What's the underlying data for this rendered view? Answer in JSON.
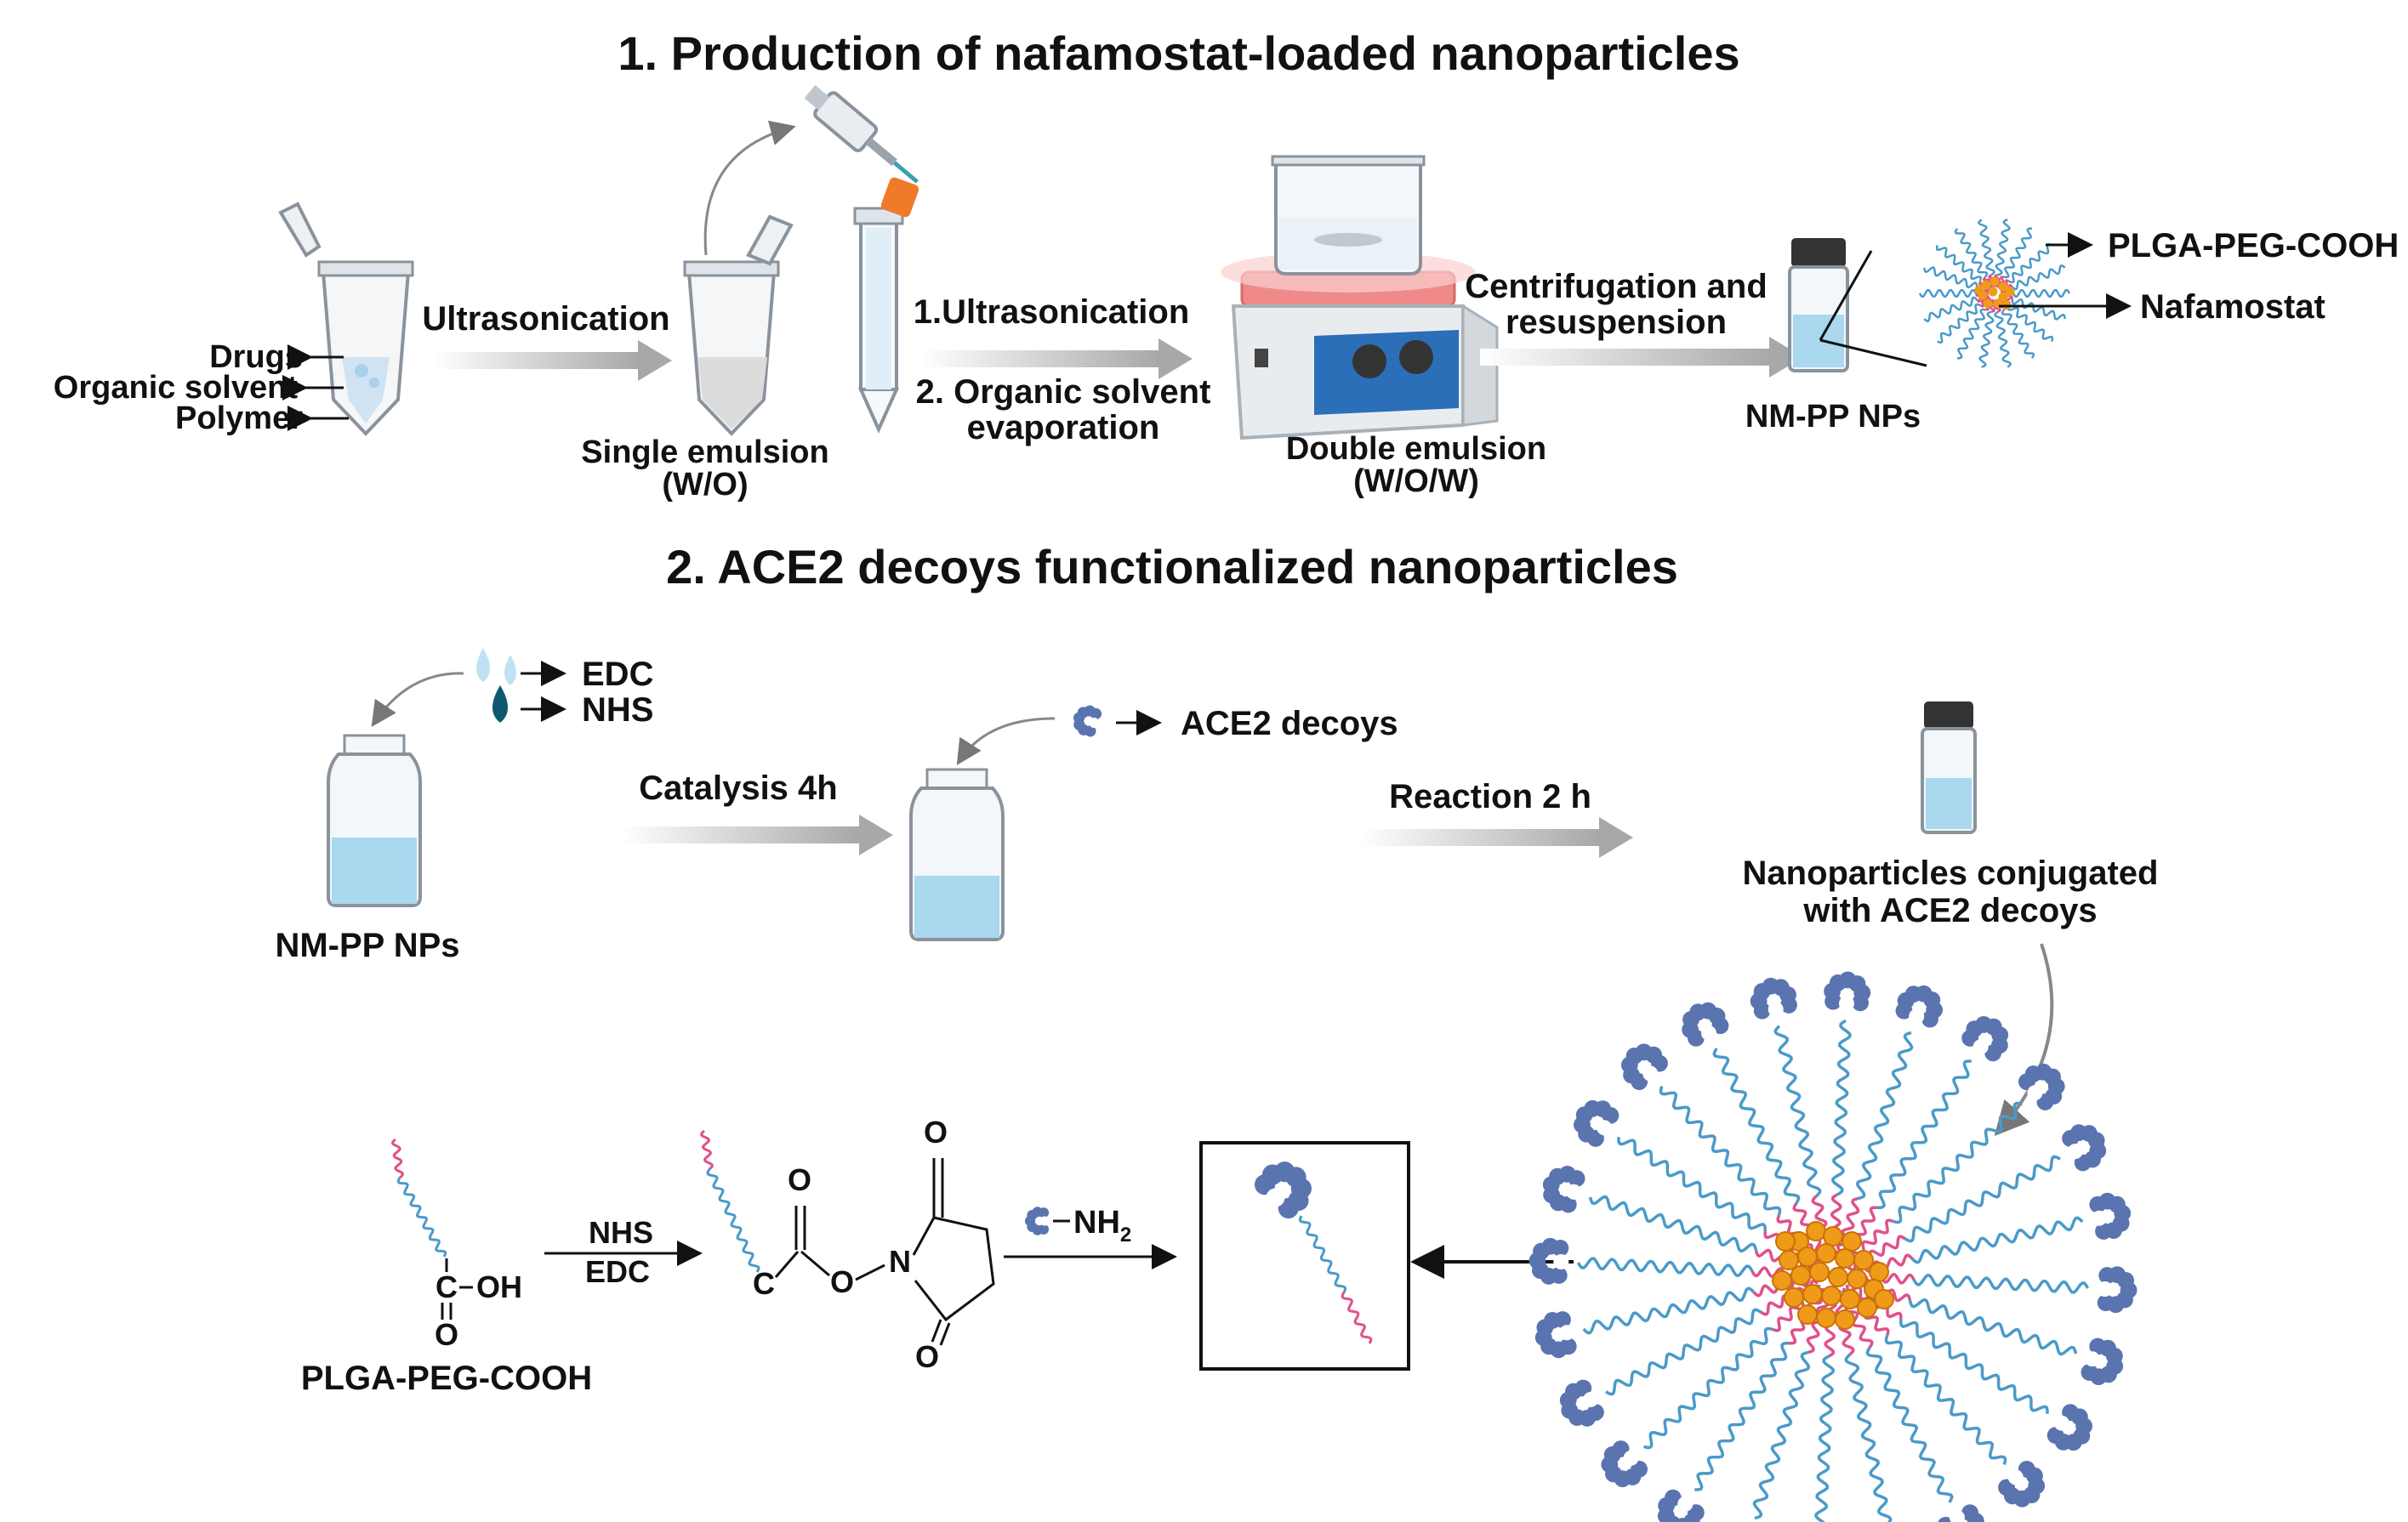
{
  "section1": {
    "title": "1. Production of nafamostat-loaded nanoparticles",
    "tube_labels": [
      "Drugs",
      "Organic solvent",
      "Polymer"
    ],
    "step1": "Ultrasonication",
    "single_emulsion": [
      "Single emulsion",
      "(W/O)"
    ],
    "step2": [
      "1.Ultrasonication",
      "2. Organic solvent",
      "evaporation"
    ],
    "double_emulsion": [
      "Double emulsion",
      "(W/O/W)"
    ],
    "step3": [
      "Centrifugation and",
      "resuspension"
    ],
    "product": "NM-PP NPs",
    "np_labels": [
      "PLGA-PEG-COOH",
      "Nafamostat"
    ]
  },
  "section2": {
    "title": "2. ACE2 decoys  functionalized nanoparticles",
    "reagents": [
      "EDC",
      "NHS"
    ],
    "start": "NM-PP NPs",
    "step1": "Catalysis 4h",
    "decoy": "ACE2 decoys",
    "step2": "Reaction 2 h",
    "final": [
      "Nanoparticles conjugated",
      "with ACE2 decoys"
    ]
  },
  "chemistry": {
    "reactant": "PLGA-PEG-COOH",
    "reagents": [
      "NHS",
      "EDC"
    ],
    "amine": "NH",
    "amine_sub": "2",
    "atoms": {
      "C": "C",
      "O": "O",
      "OH": "OH",
      "N": "N"
    }
  },
  "colors": {
    "peg": "#4a9ac9",
    "plga": "#e0508a",
    "drug": "#f09a1a",
    "protein": "#5a74b0",
    "liquid": "#a9d8ef",
    "hotplate": "#f08a8a"
  }
}
